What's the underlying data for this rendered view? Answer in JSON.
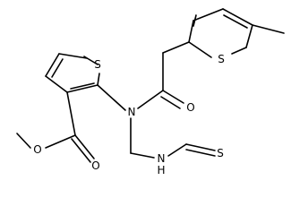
{
  "structure": {
    "atoms": {
      "s_thiophene": "S",
      "n_amide": "N",
      "o_carbonyl": "O",
      "s_methylthiophene": "S",
      "o_ester_carbonyl": "O",
      "o_ester": "O",
      "nh_hydrazine": "N",
      "h_hydrazine": "H",
      "s_thioformyl": "S"
    },
    "colors": {
      "bond": "#000000",
      "label": "#000000",
      "background": "#ffffff"
    }
  }
}
